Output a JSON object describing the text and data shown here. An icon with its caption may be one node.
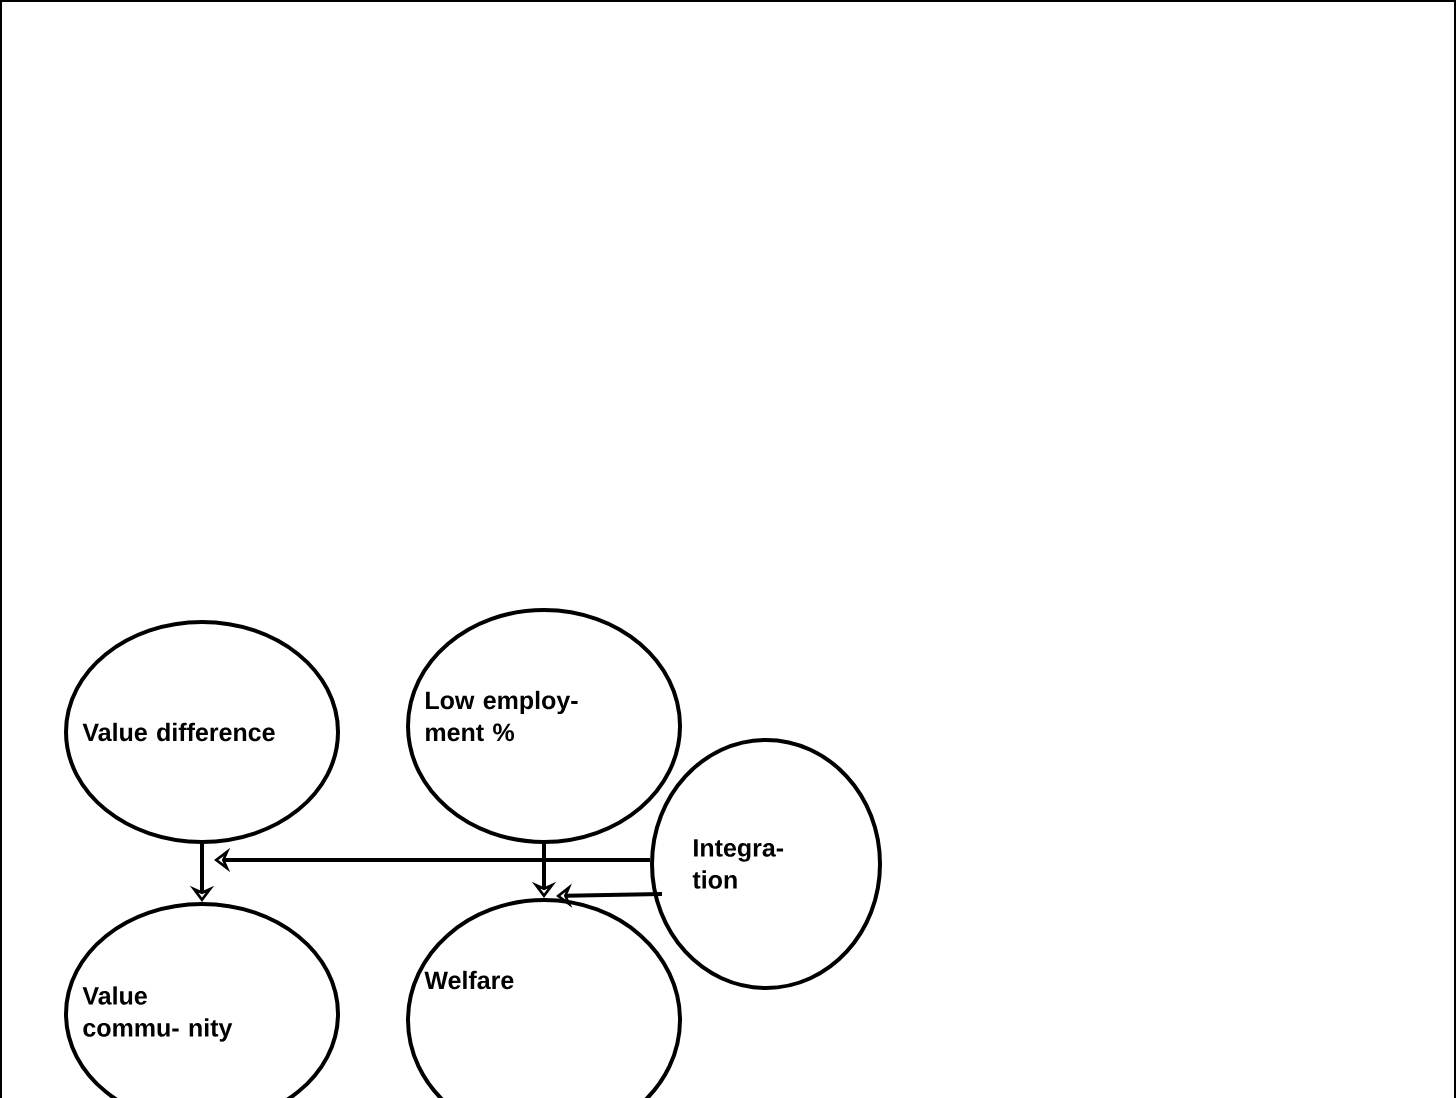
{
  "diagram": {
    "nodes": [
      {
        "text": [
          "Value difference"
        ]
      },
      {
        "text": [
          "Low employ- ment %"
        ]
      },
      {
        "text": [
          "Integra- tion"
        ]
      },
      {
        "text": [
          "Value commu- nity"
        ]
      },
      {
        "text": [
          "Welfare"
        ]
      }
    ],
    "edges": [
      {
        "from": 0,
        "to": 3,
        "arrow": "to"
      },
      {
        "from": 1,
        "to": 4,
        "arrow": "to"
      },
      {
        "from": 2,
        "to": 0,
        "arrow": "to"
      },
      {
        "from": 2,
        "to": 4,
        "arrow": "to"
      }
    ]
  }
}
